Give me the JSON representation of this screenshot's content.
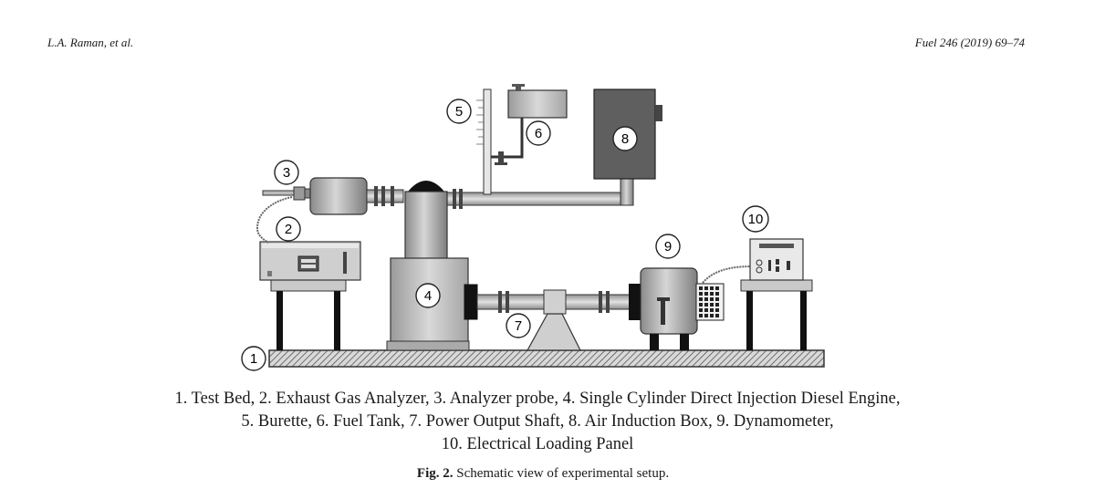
{
  "header": {
    "authors": "L.A. Raman, et al.",
    "journal": "Fuel 246 (2019) 69–74"
  },
  "figure": {
    "callouts": [
      "1",
      "2",
      "3",
      "4",
      "5",
      "6",
      "7",
      "8",
      "9",
      "10"
    ],
    "legend_lines": [
      "1. Test Bed, 2. Exhaust Gas Analyzer, 3. Analyzer probe, 4. Single Cylinder Direct Injection Diesel Engine,",
      "5. Burette, 6. Fuel Tank, 7. Power Output Shaft, 8. Air Induction Box, 9. Dynamometer,",
      "10. Electrical Loading Panel"
    ],
    "caption_label": "Fig. 2.",
    "caption_text": "Schematic view of experimental setup."
  }
}
